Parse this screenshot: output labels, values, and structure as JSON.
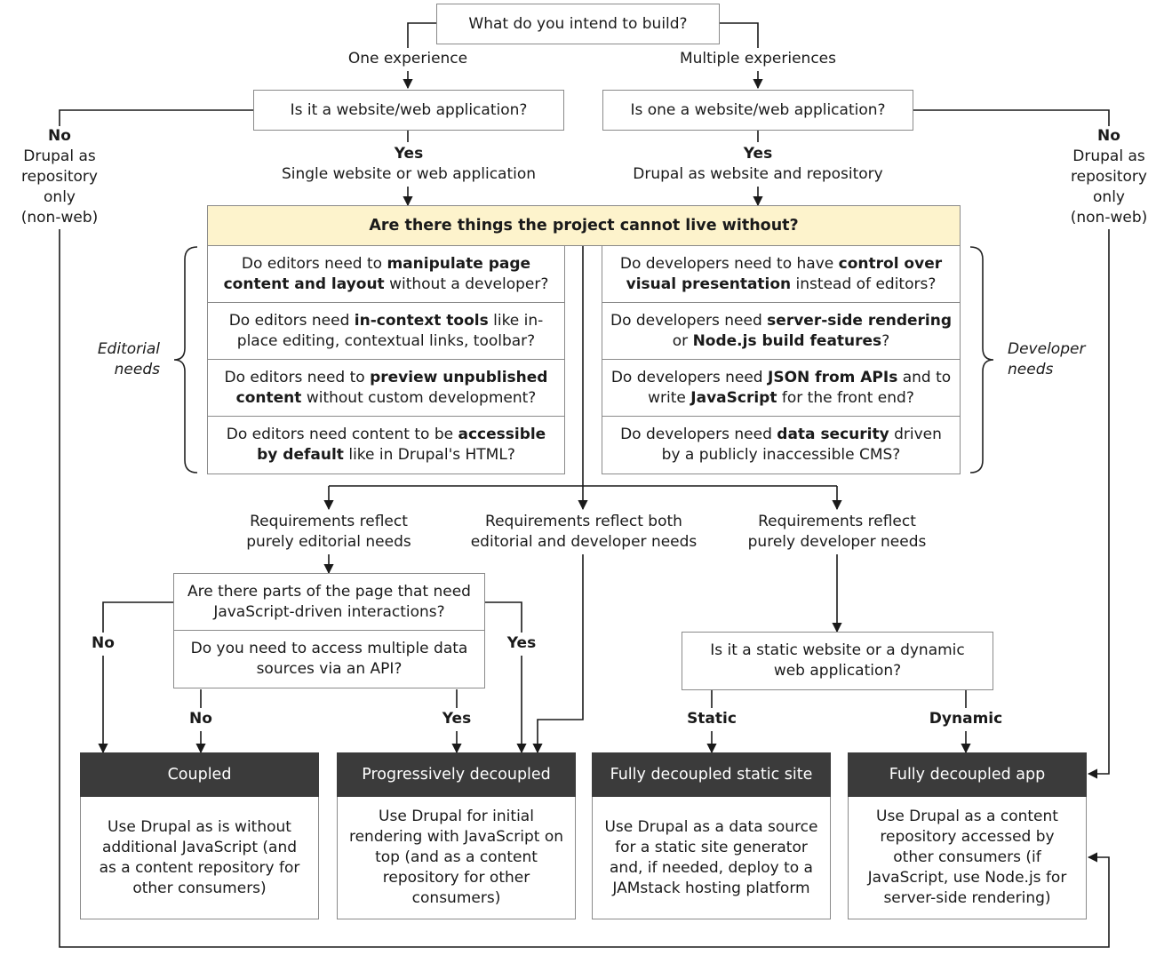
{
  "root": {
    "question": "What do you intend to build?"
  },
  "branches": {
    "one": "One experience",
    "multiple": "Multiple experiences"
  },
  "q_one": "Is it a website/web application?",
  "q_multi": "Is one a website/web application?",
  "left_no": {
    "answer": "No",
    "line1": "Drupal as",
    "line2": "repository",
    "line3": "only",
    "line4": "(non-web)"
  },
  "right_no": {
    "answer": "No",
    "line1": "Drupal as",
    "line2": "repository",
    "line3": "only",
    "line4": "(non-web)"
  },
  "yes_one": {
    "answer": "Yes",
    "text": "Single website or web application"
  },
  "yes_multi": {
    "answer": "Yes",
    "text": "Drupal as website and repository"
  },
  "must_have": {
    "title": "Are there things the project cannot live without?"
  },
  "editorial": {
    "label1": "Editorial",
    "label2": "needs",
    "q1": {
      "a": "Do editors need to ",
      "b": "manipulate page content and layout",
      "c": " without a developer?"
    },
    "q2": {
      "a": "Do editors need ",
      "b": "in-context tools",
      "c": " like in-place editing, contextual links, toolbar?"
    },
    "q3": {
      "a": "Do editors need to ",
      "b": "preview unpublished content",
      "c": " without custom development?"
    },
    "q4": {
      "a": "Do editors need content to be ",
      "b": "accessible by default",
      "c": " like in Drupal's HTML?"
    }
  },
  "developer": {
    "label1": "Developer",
    "label2": "needs",
    "q1": {
      "a": "Do developers need to have ",
      "b": "control over visual presentation",
      "c": " instead of editors?"
    },
    "q2": {
      "a": "Do developers need ",
      "b": "server-side rendering",
      "c": " or ",
      "d": "Node.js build features",
      "e": "?"
    },
    "q3": {
      "a": "Do developers need ",
      "b": "JSON from APIs",
      "c": " and to write ",
      "d": "JavaScript",
      "e": " for the front end?"
    },
    "q4": {
      "a": "Do developers need ",
      "b": "data security",
      "c": " driven by a publicly inaccessible CMS?"
    }
  },
  "req": {
    "editorial": {
      "l1": "Requirements reflect",
      "l2": "purely editorial needs"
    },
    "both": {
      "l1": "Requirements reflect both",
      "l2": "editorial and developer needs"
    },
    "developer": {
      "l1": "Requirements reflect",
      "l2": "purely developer needs"
    }
  },
  "js_q": "Are there parts of the page that need JavaScript-driven interactions?",
  "api_q": "Do you need to access multiple data sources via an API?",
  "static_q": "Is it a static website or a dynamic web application?",
  "answers": {
    "no_a": "No",
    "no_b": "No",
    "yes_a": "Yes",
    "yes_b": "Yes",
    "static": "Static",
    "dynamic": "Dynamic"
  },
  "outcomes": [
    {
      "title": "Coupled",
      "body": "Use Drupal as is without additional JavaScript (and as a content repository for other consumers)"
    },
    {
      "title": "Progressively decoupled",
      "body": "Use Drupal for initial rendering with JavaScript on top (and as a content repository for other consumers)"
    },
    {
      "title": "Fully decoupled static site",
      "body": "Use Drupal as a data source for a static site generator and, if needed, deploy to a JAMstack hosting platform"
    },
    {
      "title": "Fully decoupled app",
      "body": "Use Drupal as a content repository accessed by other consumers (if JavaScript, use Node.js for server-side rendering)"
    }
  ],
  "colors": {
    "line": "#1a1a1a",
    "box_border": "#8a8a8a",
    "header_fill": "#fdf3cc",
    "outcome_title": "#3b3b3b"
  }
}
